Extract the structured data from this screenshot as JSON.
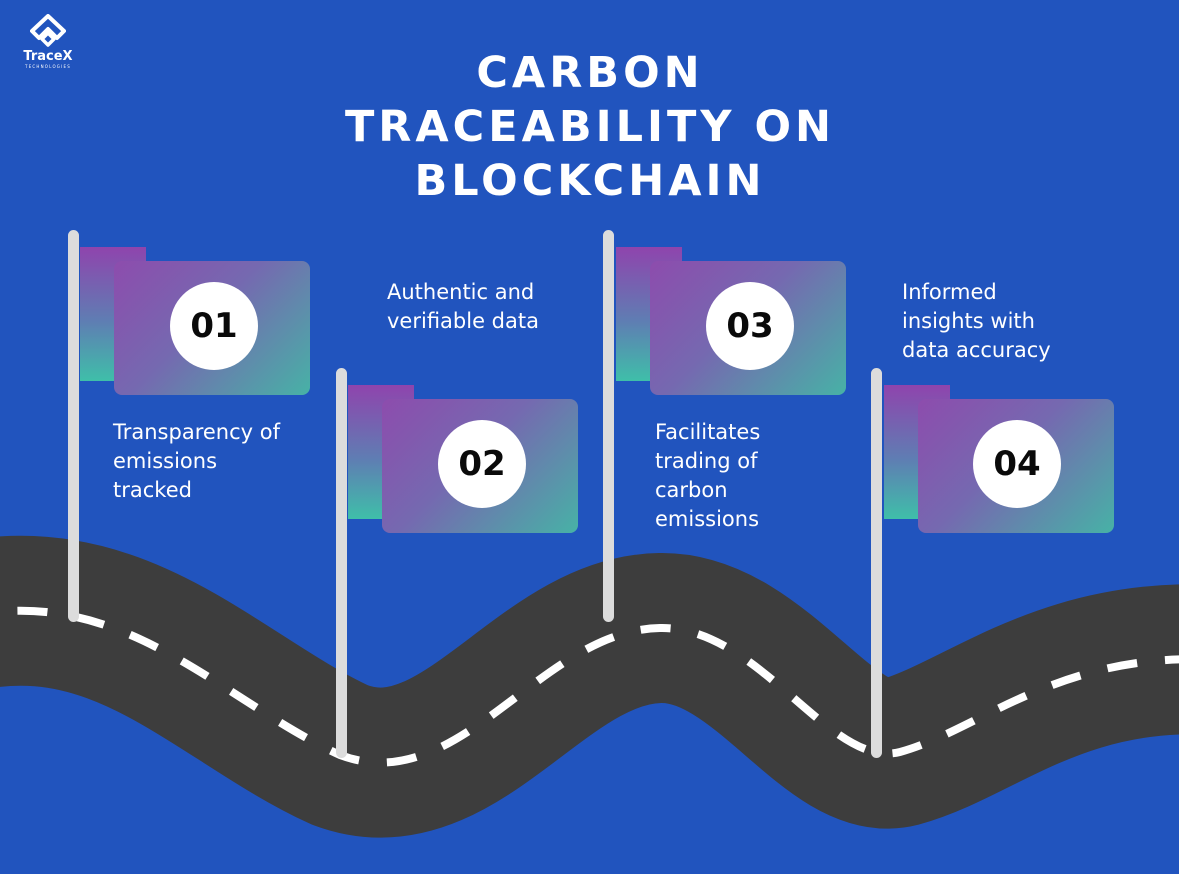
{
  "brand": {
    "name": "TraceX",
    "tagline": "TECHNOLOGIES"
  },
  "title_lines": [
    "CARBON",
    "TRACEABILITY ON",
    "BLOCKCHAIN"
  ],
  "milestones": [
    {
      "number": "01",
      "text": "Transparency of\nemissions\ntracked"
    },
    {
      "number": "02",
      "text": "Authentic and\nverifiable data"
    },
    {
      "number": "03",
      "text": "Facilitates\ntrading of\ncarbon\nemissions"
    },
    {
      "number": "04",
      "text": "Informed\ninsights with\ndata  accuracy"
    }
  ],
  "colors": {
    "background": "#2154be",
    "road": "#3d3d3d",
    "road_dashes": "#ffffff",
    "pole": "#dcdcdc",
    "flag_gradient_start": "#8d4cad",
    "flag_gradient_end": "#47b2a6",
    "text": "#ffffff"
  }
}
